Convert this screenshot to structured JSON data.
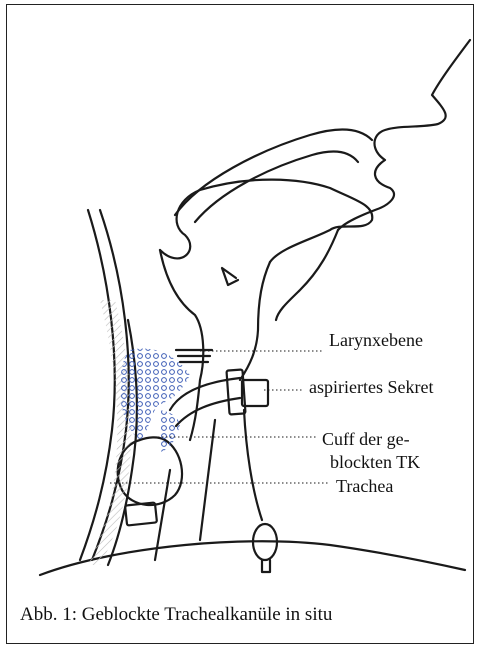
{
  "labels": {
    "larynx": "Larynxebene",
    "secretion": "aspiriertes Sekret",
    "cuff_line1": "Cuff der ge-",
    "cuff_line2": "blockten TK",
    "trachea": "Trachea"
  },
  "caption": "Abb. 1: Geblockte Trachealkanüle in situ",
  "colors": {
    "ink": "#1a1a1a",
    "secretion": "#3b5bb5",
    "spine_shade": "#d8d8d8"
  }
}
